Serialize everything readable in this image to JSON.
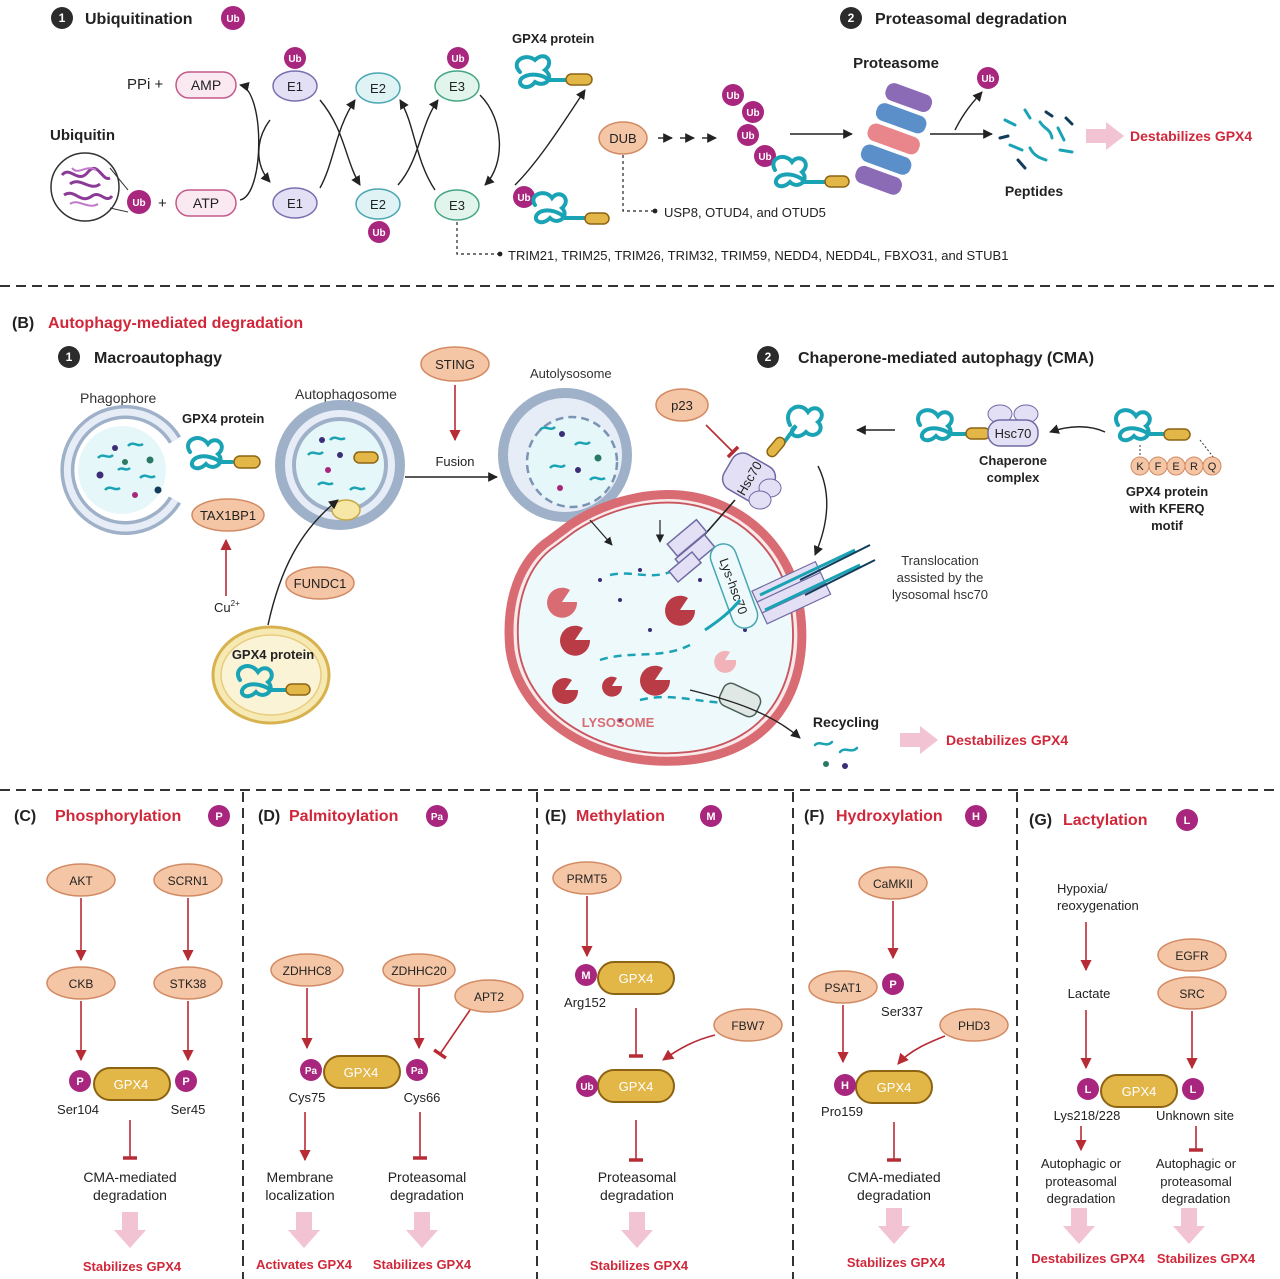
{
  "colors": {
    "red_title": "#d0283a",
    "orange_fill": "#f5c6a5",
    "orange_stroke": "#d28a63",
    "ub_purple": "#a8267d",
    "gpx4_fill": "#e2b647",
    "gpx4_stroke": "#8d6413",
    "cyan": "#1aa3b5",
    "arrow_red": "#b72b35",
    "lysosome_red": "#d96b72",
    "pink_arrow": "#f2c3d2"
  },
  "icons": [
    "ubiquitin-protein-icon",
    "gpx4-protein-icon",
    "proteasome-icon",
    "peptide-fragments-icon",
    "phagophore-icon",
    "autophagosome-icon",
    "autolysosome-icon",
    "lysosome-icon",
    "mitochondrion-icon",
    "hsc70-complex-icon",
    "transporter-icon",
    "block-arrow-icon"
  ],
  "panel_a": {
    "step1": {
      "num": "1",
      "title": "Ubiquitination",
      "badge": "Ub"
    },
    "step2": {
      "num": "2",
      "title": "Proteasomal degradation"
    },
    "ppi": "PPi +",
    "amp": "AMP",
    "atp": "ATP",
    "plus": "+",
    "ubiquitin_label": "Ubiquitin",
    "ub": "Ub",
    "e1": "E1",
    "e2": "E2",
    "e3": "E3",
    "gpx4_protein": "GPX4 protein",
    "dub": "DUB",
    "dub_list": "USP8, OTUD4, and OTUD5",
    "e3_list": "TRIM21, TRIM25, TRIM26, TRIM32, TRIM59, NEDD4, NEDD4L, FBXO31, and STUB1",
    "proteasome": "Proteasome",
    "peptides": "Peptides",
    "result": "Destabilizes GPX4"
  },
  "panel_b": {
    "label": "(B)",
    "title": "Autophagy-mediated degradation",
    "step1": {
      "num": "1",
      "title": "Macroautophagy"
    },
    "step2": {
      "num": "2",
      "title": "Chaperone-mediated autophagy (CMA)"
    },
    "phagophore": "Phagophore",
    "gpx4_protein": "GPX4 protein",
    "autophagosome": "Autophagosome",
    "sting": "STING",
    "fusion": "Fusion",
    "autolysosome": "Autolysosome",
    "tax1bp1": "TAX1BP1",
    "fundc1": "FUNDC1",
    "cu": "Cu",
    "cu_sup": "2+",
    "mito_gpx4": "GPX4 protein",
    "p23": "p23",
    "hsc70": "Hsc70",
    "lys_hsc70": "Lys-hsc70",
    "chaperone_complex": [
      "Chaperone",
      "complex"
    ],
    "kferq_letters": [
      "K",
      "F",
      "E",
      "R",
      "Q"
    ],
    "gpx4_kferq": [
      "GPX4 protein",
      "with KFERQ",
      "motif"
    ],
    "translocation": [
      "Translocation",
      "assisted by the",
      "lysosomal hsc70"
    ],
    "lysosome": "LYSOSOME",
    "recycling": "Recycling",
    "result": "Destabilizes GPX4"
  },
  "panel_c": {
    "label": "(C)",
    "title": "Phosphorylation",
    "badge": "P",
    "akt": "AKT",
    "scrn1": "SCRN1",
    "ckb": "CKB",
    "stk38": "STK38",
    "gpx4": "GPX4",
    "mark": "P",
    "site_left": "Ser104",
    "site_right": "Ser45",
    "outcome": [
      "CMA-mediated",
      "degradation"
    ],
    "result": "Stabilizes GPX4"
  },
  "panel_d": {
    "label": "(D)",
    "title": "Palmitoylation",
    "badge": "Pa",
    "zdhhc8": "ZDHHC8",
    "zdhhc20": "ZDHHC20",
    "apt2": "APT2",
    "gpx4": "GPX4",
    "mark": "Pa",
    "site_left": "Cys75",
    "site_right": "Cys66",
    "outcome_left": [
      "Membrane",
      "localization"
    ],
    "outcome_right": [
      "Proteasomal",
      "degradation"
    ],
    "result_left": "Activates GPX4",
    "result_right": "Stabilizes GPX4"
  },
  "panel_e": {
    "label": "(E)",
    "title": "Methylation",
    "badge": "M",
    "prmt5": "PRMT5",
    "gpx4": "GPX4",
    "mark": "M",
    "site": "Arg152",
    "fbw7": "FBW7",
    "ub": "Ub",
    "outcome": [
      "Proteasomal",
      "degradation"
    ],
    "result": "Stabilizes GPX4"
  },
  "panel_f": {
    "label": "(F)",
    "title": "Hydroxylation",
    "badge": "H",
    "camkii": "CaMKII",
    "psat1": "PSAT1",
    "p": "P",
    "ser337": "Ser337",
    "phd3": "PHD3",
    "gpx4": "GPX4",
    "mark": "H",
    "site": "Pro159",
    "outcome": [
      "CMA-mediated",
      "degradation"
    ],
    "result": "Stabilizes GPX4"
  },
  "panel_g": {
    "label": "(G)",
    "title": "Lactylation",
    "badge": "L",
    "hypoxia": [
      "Hypoxia/",
      "reoxygenation"
    ],
    "lactate": "Lactate",
    "egfr": "EGFR",
    "src": "SRC",
    "gpx4": "GPX4",
    "mark": "L",
    "site_left": "Lys218/228",
    "site_right": "Unknown site",
    "outcome_left": [
      "Autophagic or",
      "proteasomal",
      "degradation"
    ],
    "outcome_right": [
      "Autophagic or",
      "proteasomal",
      "degradation"
    ],
    "result_left": "Destabilizes GPX4",
    "result_right": "Stabilizes GPX4"
  }
}
